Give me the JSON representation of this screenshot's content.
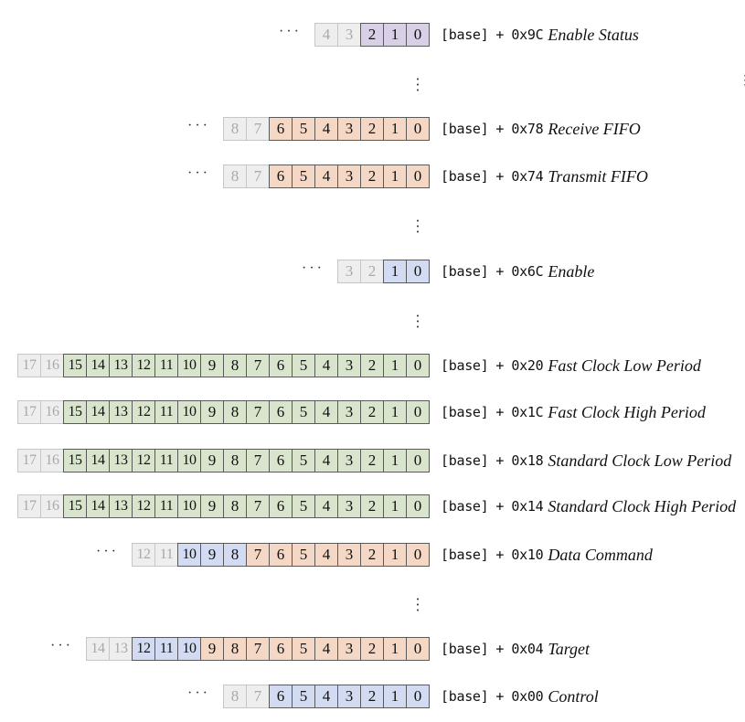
{
  "colors": {
    "purple": "#d9cfe6",
    "orange": "#f4d7c4",
    "blue": "#d2dbf2",
    "green": "#d9e4cc",
    "ghost": "#eeeeee"
  },
  "base_text": "[base]",
  "plus_text": "+",
  "ellipsis": "···",
  "vdots": "⋮",
  "registers": [
    {
      "offset": "0x9C",
      "name": "Enable Status",
      "ellipsis": true,
      "bits": [
        {
          "b": "4",
          "c": "ghost"
        },
        {
          "b": "3",
          "c": "ghost"
        },
        {
          "b": "2",
          "c": "purple"
        },
        {
          "b": "1",
          "c": "purple"
        },
        {
          "b": "0",
          "c": "purple"
        }
      ]
    },
    {
      "offset": "0x78",
      "name": "Receive FIFO",
      "ellipsis": true,
      "bits": [
        {
          "b": "8",
          "c": "ghost"
        },
        {
          "b": "7",
          "c": "ghost"
        },
        {
          "b": "6",
          "c": "orange"
        },
        {
          "b": "5",
          "c": "orange"
        },
        {
          "b": "4",
          "c": "orange"
        },
        {
          "b": "3",
          "c": "orange"
        },
        {
          "b": "2",
          "c": "orange"
        },
        {
          "b": "1",
          "c": "orange"
        },
        {
          "b": "0",
          "c": "orange"
        }
      ]
    },
    {
      "offset": "0x74",
      "name": "Transmit FIFO",
      "ellipsis": true,
      "bits": [
        {
          "b": "8",
          "c": "ghost"
        },
        {
          "b": "7",
          "c": "ghost"
        },
        {
          "b": "6",
          "c": "orange"
        },
        {
          "b": "5",
          "c": "orange"
        },
        {
          "b": "4",
          "c": "orange"
        },
        {
          "b": "3",
          "c": "orange"
        },
        {
          "b": "2",
          "c": "orange"
        },
        {
          "b": "1",
          "c": "orange"
        },
        {
          "b": "0",
          "c": "orange"
        }
      ]
    },
    {
      "offset": "0x6C",
      "name": "Enable",
      "ellipsis": true,
      "bits": [
        {
          "b": "3",
          "c": "ghost"
        },
        {
          "b": "2",
          "c": "ghost"
        },
        {
          "b": "1",
          "c": "blue"
        },
        {
          "b": "0",
          "c": "blue"
        }
      ]
    },
    {
      "offset": "0x20",
      "name": "Fast Clock Low Period",
      "ellipsis": false,
      "bits": [
        {
          "b": "17",
          "c": "ghost"
        },
        {
          "b": "16",
          "c": "ghost"
        },
        {
          "b": "15",
          "c": "green"
        },
        {
          "b": "14",
          "c": "green"
        },
        {
          "b": "13",
          "c": "green"
        },
        {
          "b": "12",
          "c": "green"
        },
        {
          "b": "11",
          "c": "green"
        },
        {
          "b": "10",
          "c": "green"
        },
        {
          "b": "9",
          "c": "green"
        },
        {
          "b": "8",
          "c": "green"
        },
        {
          "b": "7",
          "c": "green"
        },
        {
          "b": "6",
          "c": "green"
        },
        {
          "b": "5",
          "c": "green"
        },
        {
          "b": "4",
          "c": "green"
        },
        {
          "b": "3",
          "c": "green"
        },
        {
          "b": "2",
          "c": "green"
        },
        {
          "b": "1",
          "c": "green"
        },
        {
          "b": "0",
          "c": "green"
        }
      ]
    },
    {
      "offset": "0x1C",
      "name": "Fast Clock High Period",
      "ellipsis": false,
      "bits": [
        {
          "b": "17",
          "c": "ghost"
        },
        {
          "b": "16",
          "c": "ghost"
        },
        {
          "b": "15",
          "c": "green"
        },
        {
          "b": "14",
          "c": "green"
        },
        {
          "b": "13",
          "c": "green"
        },
        {
          "b": "12",
          "c": "green"
        },
        {
          "b": "11",
          "c": "green"
        },
        {
          "b": "10",
          "c": "green"
        },
        {
          "b": "9",
          "c": "green"
        },
        {
          "b": "8",
          "c": "green"
        },
        {
          "b": "7",
          "c": "green"
        },
        {
          "b": "6",
          "c": "green"
        },
        {
          "b": "5",
          "c": "green"
        },
        {
          "b": "4",
          "c": "green"
        },
        {
          "b": "3",
          "c": "green"
        },
        {
          "b": "2",
          "c": "green"
        },
        {
          "b": "1",
          "c": "green"
        },
        {
          "b": "0",
          "c": "green"
        }
      ]
    },
    {
      "offset": "0x18",
      "name": "Standard Clock Low Period",
      "ellipsis": false,
      "bits": [
        {
          "b": "17",
          "c": "ghost"
        },
        {
          "b": "16",
          "c": "ghost"
        },
        {
          "b": "15",
          "c": "green"
        },
        {
          "b": "14",
          "c": "green"
        },
        {
          "b": "13",
          "c": "green"
        },
        {
          "b": "12",
          "c": "green"
        },
        {
          "b": "11",
          "c": "green"
        },
        {
          "b": "10",
          "c": "green"
        },
        {
          "b": "9",
          "c": "green"
        },
        {
          "b": "8",
          "c": "green"
        },
        {
          "b": "7",
          "c": "green"
        },
        {
          "b": "6",
          "c": "green"
        },
        {
          "b": "5",
          "c": "green"
        },
        {
          "b": "4",
          "c": "green"
        },
        {
          "b": "3",
          "c": "green"
        },
        {
          "b": "2",
          "c": "green"
        },
        {
          "b": "1",
          "c": "green"
        },
        {
          "b": "0",
          "c": "green"
        }
      ]
    },
    {
      "offset": "0x14",
      "name": "Standard Clock High Period",
      "ellipsis": false,
      "bits": [
        {
          "b": "17",
          "c": "ghost"
        },
        {
          "b": "16",
          "c": "ghost"
        },
        {
          "b": "15",
          "c": "green"
        },
        {
          "b": "14",
          "c": "green"
        },
        {
          "b": "13",
          "c": "green"
        },
        {
          "b": "12",
          "c": "green"
        },
        {
          "b": "11",
          "c": "green"
        },
        {
          "b": "10",
          "c": "green"
        },
        {
          "b": "9",
          "c": "green"
        },
        {
          "b": "8",
          "c": "green"
        },
        {
          "b": "7",
          "c": "green"
        },
        {
          "b": "6",
          "c": "green"
        },
        {
          "b": "5",
          "c": "green"
        },
        {
          "b": "4",
          "c": "green"
        },
        {
          "b": "3",
          "c": "green"
        },
        {
          "b": "2",
          "c": "green"
        },
        {
          "b": "1",
          "c": "green"
        },
        {
          "b": "0",
          "c": "green"
        }
      ]
    },
    {
      "offset": "0x10",
      "name": "Data Command",
      "ellipsis": true,
      "bits": [
        {
          "b": "12",
          "c": "ghost"
        },
        {
          "b": "11",
          "c": "ghost"
        },
        {
          "b": "10",
          "c": "blue"
        },
        {
          "b": "9",
          "c": "blue"
        },
        {
          "b": "8",
          "c": "blue"
        },
        {
          "b": "7",
          "c": "orange"
        },
        {
          "b": "6",
          "c": "orange"
        },
        {
          "b": "5",
          "c": "orange"
        },
        {
          "b": "4",
          "c": "orange"
        },
        {
          "b": "3",
          "c": "orange"
        },
        {
          "b": "2",
          "c": "orange"
        },
        {
          "b": "1",
          "c": "orange"
        },
        {
          "b": "0",
          "c": "orange"
        }
      ]
    },
    {
      "offset": "0x04",
      "name": "Target",
      "ellipsis": true,
      "bits": [
        {
          "b": "14",
          "c": "ghost"
        },
        {
          "b": "13",
          "c": "ghost"
        },
        {
          "b": "12",
          "c": "blue"
        },
        {
          "b": "11",
          "c": "blue"
        },
        {
          "b": "10",
          "c": "blue"
        },
        {
          "b": "9",
          "c": "orange"
        },
        {
          "b": "8",
          "c": "orange"
        },
        {
          "b": "7",
          "c": "orange"
        },
        {
          "b": "6",
          "c": "orange"
        },
        {
          "b": "5",
          "c": "orange"
        },
        {
          "b": "4",
          "c": "orange"
        },
        {
          "b": "3",
          "c": "orange"
        },
        {
          "b": "2",
          "c": "orange"
        },
        {
          "b": "1",
          "c": "orange"
        },
        {
          "b": "0",
          "c": "orange"
        }
      ]
    },
    {
      "offset": "0x00",
      "name": "Control",
      "ellipsis": true,
      "bits": [
        {
          "b": "8",
          "c": "ghost"
        },
        {
          "b": "7",
          "c": "ghost"
        },
        {
          "b": "6",
          "c": "blue"
        },
        {
          "b": "5",
          "c": "blue"
        },
        {
          "b": "4",
          "c": "blue"
        },
        {
          "b": "3",
          "c": "blue"
        },
        {
          "b": "2",
          "c": "blue"
        },
        {
          "b": "1",
          "c": "blue"
        },
        {
          "b": "0",
          "c": "blue"
        }
      ]
    }
  ]
}
